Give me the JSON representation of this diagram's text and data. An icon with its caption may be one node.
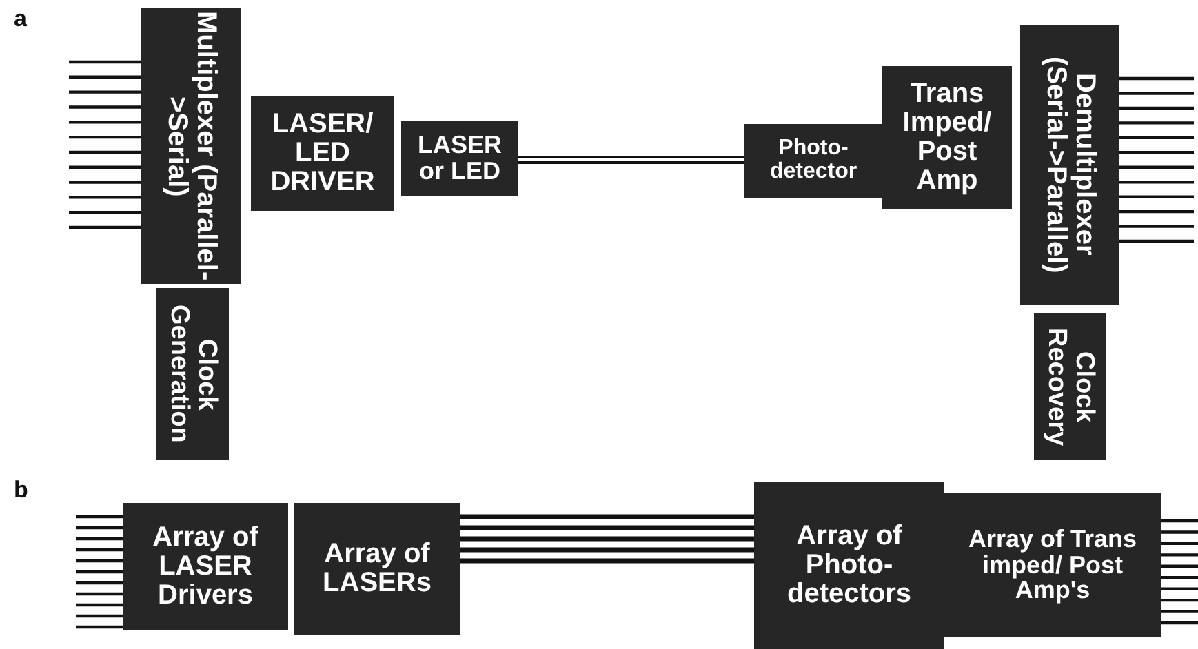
{
  "diagram": {
    "nodes": [
      {
        "text": [
          "Multiplexer (Parallel->Serial)"
        ]
      },
      {
        "text": [
          "Clock Generation"
        ]
      },
      {
        "text": [
          "LASER/ LED DRIVER"
        ]
      },
      {
        "text": [
          "LASER or LED"
        ]
      },
      {
        "text": [
          "Photo- detector"
        ]
      },
      {
        "text": [
          "Trans Imped/ Post Amp"
        ]
      },
      {
        "text": [
          "Demultiplexer (Serial->Parallel)"
        ]
      },
      {
        "text": [
          "Clock Recovery"
        ]
      },
      {
        "text": [
          "Array of LASER Drivers"
        ]
      },
      {
        "text": [
          "Array of LASERs"
        ]
      },
      {
        "text": [
          "Array of Photo- detectors"
        ]
      },
      {
        "text": [
          "Array of Trans imped/ Post Amp's"
        ]
      }
    ],
    "edges": [
      {
        "from": 3,
        "to": 4,
        "arrow": "none"
      },
      {
        "from": 9,
        "to": 10,
        "arrow": "none"
      }
    ],
    "labels": [
      "a",
      "b"
    ]
  }
}
